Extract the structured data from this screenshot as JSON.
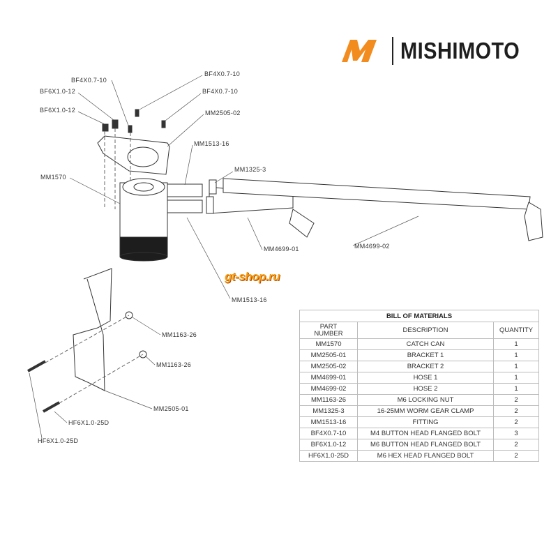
{
  "brand": {
    "name": "MISHIMOTO",
    "accent": "#f28c1e"
  },
  "watermark": "gt-shop.ru",
  "callouts": {
    "bf4_a": "BF4X0.7-10",
    "bf4_b": "BF4X0.7-10",
    "bf4_c": "BF4X0.7-10",
    "bf6_a": "BF6X1.0-12",
    "bf6_b": "BF6X1.0-12",
    "mm2505_02": "MM2505-02",
    "mm1513_a": "MM1513-16",
    "mm1513_b": "MM1513-16",
    "mm1570": "MM1570",
    "mm1325": "MM1325-3",
    "mm4699_01": "MM4699-01",
    "mm4699_02": "MM4699-02",
    "mm1163_a": "MM1163-26",
    "mm1163_b": "MM1163-26",
    "mm2505_01": "MM2505-01",
    "hf6_a": "HF6X1.0-25D",
    "hf6_b": "HF6X1.0-25D"
  },
  "bom": {
    "title": "BILL OF MATERIALS",
    "headers": {
      "part_line1": "PART",
      "part_line2": "NUMBER",
      "description": "DESCRIPTION",
      "quantity": "QUANTITY"
    },
    "rows": [
      {
        "part": "MM1570",
        "description": "CATCH CAN",
        "quantity": "1"
      },
      {
        "part": "MM2505-01",
        "description": "BRACKET 1",
        "quantity": "1"
      },
      {
        "part": "MM2505-02",
        "description": "BRACKET 2",
        "quantity": "1"
      },
      {
        "part": "MM4699-01",
        "description": "HOSE 1",
        "quantity": "1"
      },
      {
        "part": "MM4699-02",
        "description": "HOSE 2",
        "quantity": "1"
      },
      {
        "part": "MM1163-26",
        "description": "M6 LOCKING NUT",
        "quantity": "2"
      },
      {
        "part": "MM1325-3",
        "description": "16-25MM WORM GEAR CLAMP",
        "quantity": "2"
      },
      {
        "part": "MM1513-16",
        "description": "FITTING",
        "quantity": "2"
      },
      {
        "part": "BF4X0.7-10",
        "description": "M4 BUTTON HEAD FLANGED BOLT",
        "quantity": "3"
      },
      {
        "part": "BF6X1.0-12",
        "description": "M6 BUTTON HEAD FLANGED BOLT",
        "quantity": "2"
      },
      {
        "part": "HF6X1.0-25D",
        "description": "M6 HEX HEAD FLANGED BOLT",
        "quantity": "2"
      }
    ]
  }
}
